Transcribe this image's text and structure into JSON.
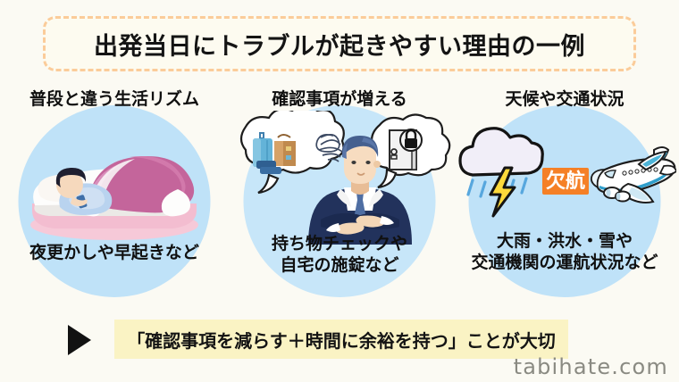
{
  "title": {
    "text": "出発当日にトラブルが起きやすい理由の一例"
  },
  "columns": [
    {
      "heading": "普段と違う生活リズム",
      "caption": "夜更かしや早起きなど",
      "illustration": "person-sleeping-in-bed-with-phone",
      "circle_color": "#bfe2f8"
    },
    {
      "heading": "確認事項が増える",
      "caption_line1": "持ち物チェックや",
      "caption_line2": "自宅の施錠など",
      "illustration": "businessman-arms-crossed-with-thought-bubbles",
      "bubble_left": "suitcase-and-travel-bag",
      "bubble_right": "door-with-padlock",
      "circle_color": "#c7e6f9"
    },
    {
      "heading": "天候や交通状況",
      "caption_line1": "大雨・洪水・雪や",
      "caption_line2": "交通機関の運航状況など",
      "illustration": "storm-cloud-cancelled-badge-airplane",
      "badge_label": "欠航",
      "badge_color": "#f58026",
      "circle_color": "#bfe2f8"
    }
  ],
  "footer": {
    "banner_text": "「確認事項を減らす＋時間に余裕を持つ」ことが大切",
    "banner_color": "#faf3c4",
    "arrow": "play-triangle"
  },
  "watermark": {
    "text": "tabihate.com"
  },
  "theme": {
    "background": "#fbfaf3",
    "title_border": "#fbcc9a",
    "title_fill": "#fdfbf0",
    "text": "#141414"
  }
}
